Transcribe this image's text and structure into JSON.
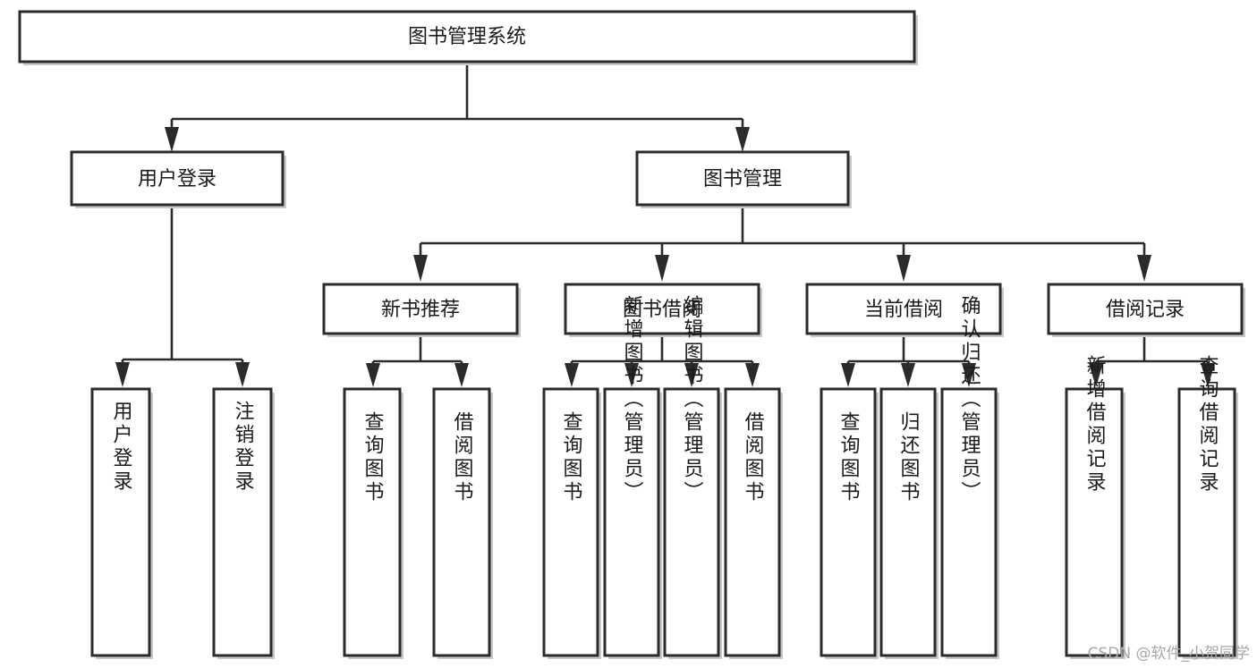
{
  "diagram": {
    "type": "tree-hierarchy",
    "title": "图书管理系统",
    "watermark": "CSDN @软件_小贺同学",
    "colors": {
      "background": "#ffffff",
      "box_stroke": "#2b2b2b",
      "box_fill": "#ffffff",
      "edge": "#2b2b2b",
      "text": "#1a1a1a",
      "watermark": "#a8a8a8"
    },
    "nodes": {
      "root": {
        "label": "图书管理系统",
        "level": 0,
        "orientation": "horizontal"
      },
      "l1_0": {
        "label": "用户登录",
        "level": 1,
        "orientation": "horizontal"
      },
      "l1_1": {
        "label": "图书管理",
        "level": 1,
        "orientation": "horizontal"
      },
      "l2_0": {
        "label": "新书推荐",
        "level": 2,
        "orientation": "horizontal"
      },
      "l2_1": {
        "label": "图书借阅",
        "level": 2,
        "orientation": "horizontal"
      },
      "l2_2": {
        "label": "当前借阅",
        "level": 2,
        "orientation": "horizontal"
      },
      "l2_3": {
        "label": "借阅记录",
        "level": 2,
        "orientation": "horizontal"
      },
      "leaf_0": {
        "label": "用户登录",
        "level": 3,
        "orientation": "vertical"
      },
      "leaf_1": {
        "label": "注销登录",
        "level": 3,
        "orientation": "vertical"
      },
      "leaf_2": {
        "label": "查询图书",
        "level": 3,
        "orientation": "vertical"
      },
      "leaf_3": {
        "label": "借阅图书",
        "level": 3,
        "orientation": "vertical"
      },
      "leaf_4": {
        "label": "查询图书",
        "level": 3,
        "orientation": "vertical"
      },
      "leaf_5": {
        "label": "新增图书（管理员）",
        "level": 3,
        "orientation": "vertical"
      },
      "leaf_6": {
        "label": "编辑图书（管理员）",
        "level": 3,
        "orientation": "vertical"
      },
      "leaf_7": {
        "label": "借阅图书",
        "level": 3,
        "orientation": "vertical"
      },
      "leaf_8": {
        "label": "查询图书",
        "level": 3,
        "orientation": "vertical"
      },
      "leaf_9": {
        "label": "归还图书",
        "level": 3,
        "orientation": "vertical"
      },
      "leaf_10": {
        "label": "确认归还（管理员）",
        "level": 3,
        "orientation": "vertical"
      },
      "leaf_11": {
        "label": "新增借阅记录",
        "level": 3,
        "orientation": "vertical"
      },
      "leaf_12": {
        "label": "查询借阅记录",
        "level": 3,
        "orientation": "vertical"
      }
    },
    "edges": [
      {
        "from": "root",
        "to": "l1_0"
      },
      {
        "from": "root",
        "to": "l1_1"
      },
      {
        "from": "l1_1",
        "to": "l2_0"
      },
      {
        "from": "l1_1",
        "to": "l2_1"
      },
      {
        "from": "l1_1",
        "to": "l2_2"
      },
      {
        "from": "l1_1",
        "to": "l2_3"
      },
      {
        "from": "l1_0",
        "to": "leaf_0"
      },
      {
        "from": "l1_0",
        "to": "leaf_1"
      },
      {
        "from": "l2_0",
        "to": "leaf_2"
      },
      {
        "from": "l2_0",
        "to": "leaf_3"
      },
      {
        "from": "l2_1",
        "to": "leaf_4"
      },
      {
        "from": "l2_1",
        "to": "leaf_5"
      },
      {
        "from": "l2_1",
        "to": "leaf_6"
      },
      {
        "from": "l2_1",
        "to": "leaf_7"
      },
      {
        "from": "l2_2",
        "to": "leaf_8"
      },
      {
        "from": "l2_2",
        "to": "leaf_9"
      },
      {
        "from": "l2_2",
        "to": "leaf_10"
      },
      {
        "from": "l2_3",
        "to": "leaf_11"
      },
      {
        "from": "l2_3",
        "to": "leaf_12"
      }
    ]
  }
}
